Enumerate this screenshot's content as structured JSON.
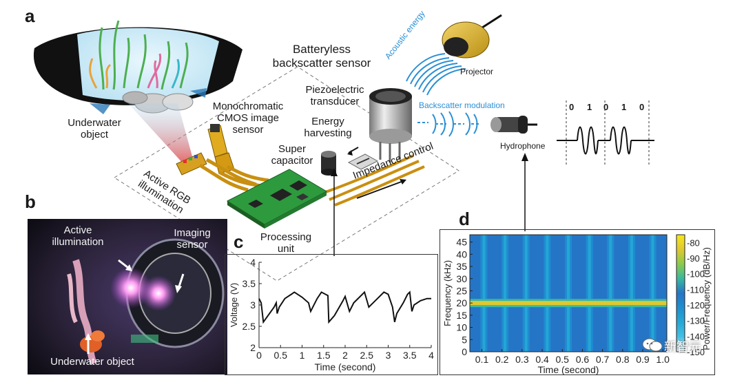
{
  "panels": {
    "a": "a",
    "b": "b",
    "c": "c",
    "d": "d"
  },
  "diagram_a": {
    "sensor_title": "Batteryless backscatter sensor",
    "underwater_object": "Underwater object",
    "cmos_sensor": "Monochromatic CMOS image sensor",
    "piezo": "Piezoelectric transducer",
    "energy_harvesting": "Energy harvesting",
    "super_capacitor": "Super capacitor",
    "active_rgb": "Active RGB illumination",
    "processing_unit": "Processing unit",
    "impedance_control": "Impedance control",
    "acoustic_energy": "Acoustic energy",
    "projector": "Projector",
    "backscatter_modulation": "Backscatter modulation",
    "hydrophone": "Hydrophone",
    "bits": [
      "0",
      "1",
      "0",
      "1",
      "0"
    ]
  },
  "photo_b": {
    "active_illumination": "Active illumination",
    "imaging_sensor": "Imaging sensor",
    "underwater_object": "Underwater object"
  },
  "watermark": {
    "text": "新智元"
  },
  "chart_data": [
    {
      "type": "line",
      "panel": "c",
      "xlabel": "Time (second)",
      "ylabel": "Voltage (V)",
      "xlim": [
        0,
        4
      ],
      "ylim": [
        2,
        4
      ],
      "xticks": [
        "0",
        "0.5",
        "1",
        "1.5",
        "2",
        "2.5",
        "3",
        "3.5",
        "4"
      ],
      "yticks": [
        "2",
        "2.5",
        "3",
        "3.5",
        "4"
      ],
      "grid": false,
      "series": [
        {
          "x": [
            0.0,
            0.05,
            0.1,
            0.35,
            0.4,
            0.42,
            0.47,
            0.6,
            0.75,
            0.82,
            1.0,
            1.15,
            1.2,
            1.25,
            1.35,
            1.45,
            1.6,
            1.62,
            1.75,
            1.95,
            2.0,
            2.1,
            2.2,
            2.4,
            2.45,
            2.55,
            2.75,
            2.9,
            3.0,
            3.1,
            3.15,
            3.2,
            3.35,
            3.45,
            3.5,
            3.55,
            3.6,
            3.75,
            3.9,
            4.0
          ],
          "y": [
            3.15,
            3.05,
            2.6,
            2.95,
            3.05,
            2.8,
            2.95,
            3.15,
            3.25,
            3.3,
            3.18,
            3.05,
            2.85,
            2.95,
            3.15,
            3.3,
            3.22,
            2.6,
            2.75,
            3.1,
            3.2,
            2.85,
            3.05,
            3.25,
            3.3,
            2.95,
            3.15,
            3.3,
            3.25,
            2.95,
            2.6,
            2.8,
            3.05,
            3.25,
            3.3,
            2.85,
            3.0,
            3.1,
            3.15,
            3.15
          ]
        }
      ]
    },
    {
      "type": "heatmap",
      "panel": "d",
      "xlabel": "Time (second)",
      "ylabel": "Frequency (kHz)",
      "xticks": [
        "0.1",
        "0.2",
        "0.3",
        "0.4",
        "0.5",
        "0.6",
        "0.7",
        "0.8",
        "0.9",
        "1.0"
      ],
      "yticks": [
        "0",
        "5",
        "10",
        "15",
        "20",
        "25",
        "30",
        "35",
        "40",
        "45"
      ],
      "xlim": [
        0.04,
        1.02
      ],
      "ylim": [
        0,
        48
      ],
      "carrier_khz": 20,
      "stripe_times": [
        0.11,
        0.215,
        0.32,
        0.425,
        0.53,
        0.635,
        0.74,
        0.845,
        0.95
      ],
      "colorbar": {
        "label": "Power/Frequency (dB/Hz)",
        "ticks": [
          "-80",
          "-90",
          "-100",
          "-110",
          "-120",
          "-130",
          "-140",
          "-150"
        ],
        "range": [
          -150,
          -75
        ],
        "colors": [
          "#ffffff",
          "#44c0e6",
          "#26a9d6",
          "#1f8fd0",
          "#2575c6",
          "#3ab8a0",
          "#8acb4c",
          "#e0c830",
          "#f6e81a"
        ]
      }
    }
  ]
}
